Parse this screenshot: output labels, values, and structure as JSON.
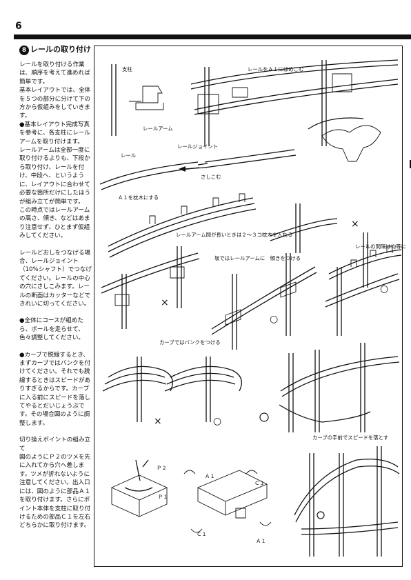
{
  "page": {
    "number": "6"
  },
  "section": {
    "number": "8",
    "title": "レールの取り付け",
    "paragraphs": [
      "レールを取り付ける作業は、順序を考えて進めれば簡単です。",
      "基本レイアウトでは、全体を５つの部分に分けて下の方から仮組みをしていきます。",
      "●基本レイアウト完成写真を参考に、各支柱にレールアームを取り付けます。",
      "レールアームは全部一度に取り付けるよりも、下段から取り付け、レールを付け、中段へ、というように、レイアウトに合わせて必要な箇所だけにしたほうが組み立てが簡単です。",
      "この時点ではレールアームの高さ、傾き、などはあまり注意せず、ひとまず仮組みしてください。",
      "",
      "レールどおしをつなげる場合、レールジョイント（10%シャフト）でつなげてください。レールの中心の穴にさしこみます。レールの断面はカッターなどできれいに切ってください。",
      "",
      "●全体にコースが組めたら、ボールを走らせて、色々調整してください。",
      "",
      "●カーブで脱線するとき、まずカーブではバンクを付けてください。それでも脱線するときはスピードがありすぎるからです。カーブに入る前にスピードを落してやるとだいじょうぶです。その場合図のように調整します。",
      "",
      "切り換えポイントの組み立て",
      "図のようにＰ２のツメを先に入れてから穴へ差します。ツメが折れないように注意してください。出入口には、図のように部品Ａ１を取り付けます。さらにポイント本体を支柱に取り付けるための部品Ｃ１を左右どちらかに取り付けます。"
    ]
  },
  "labels": {
    "post": "支柱",
    "fit_a1": "レールをＡ１にはめこむ",
    "rail_arm": "レールアーム",
    "rail": "レール",
    "rail_joint": "レールジョイント",
    "insert": "さしこむ",
    "a1_sleeper": "Ａ１を枕木にする",
    "long_gap": "レールアーム間が長いときは２～３コ枕木を入れる",
    "even_spacing": "レールの間隔は均等に",
    "slope": "坂ではレールアームに　傾きをつける",
    "bank": "カーブではバンクをつける",
    "slow_down": "カーブの手前でスピードを落とす",
    "p2": "Ｐ２",
    "p1": "Ｐ１",
    "a1": "Ａ１",
    "c1": "Ｃ１",
    "c1b": "Ｃ１",
    "a1b": "Ａ１"
  },
  "marks": {
    "bad": "×",
    "good": "○"
  }
}
